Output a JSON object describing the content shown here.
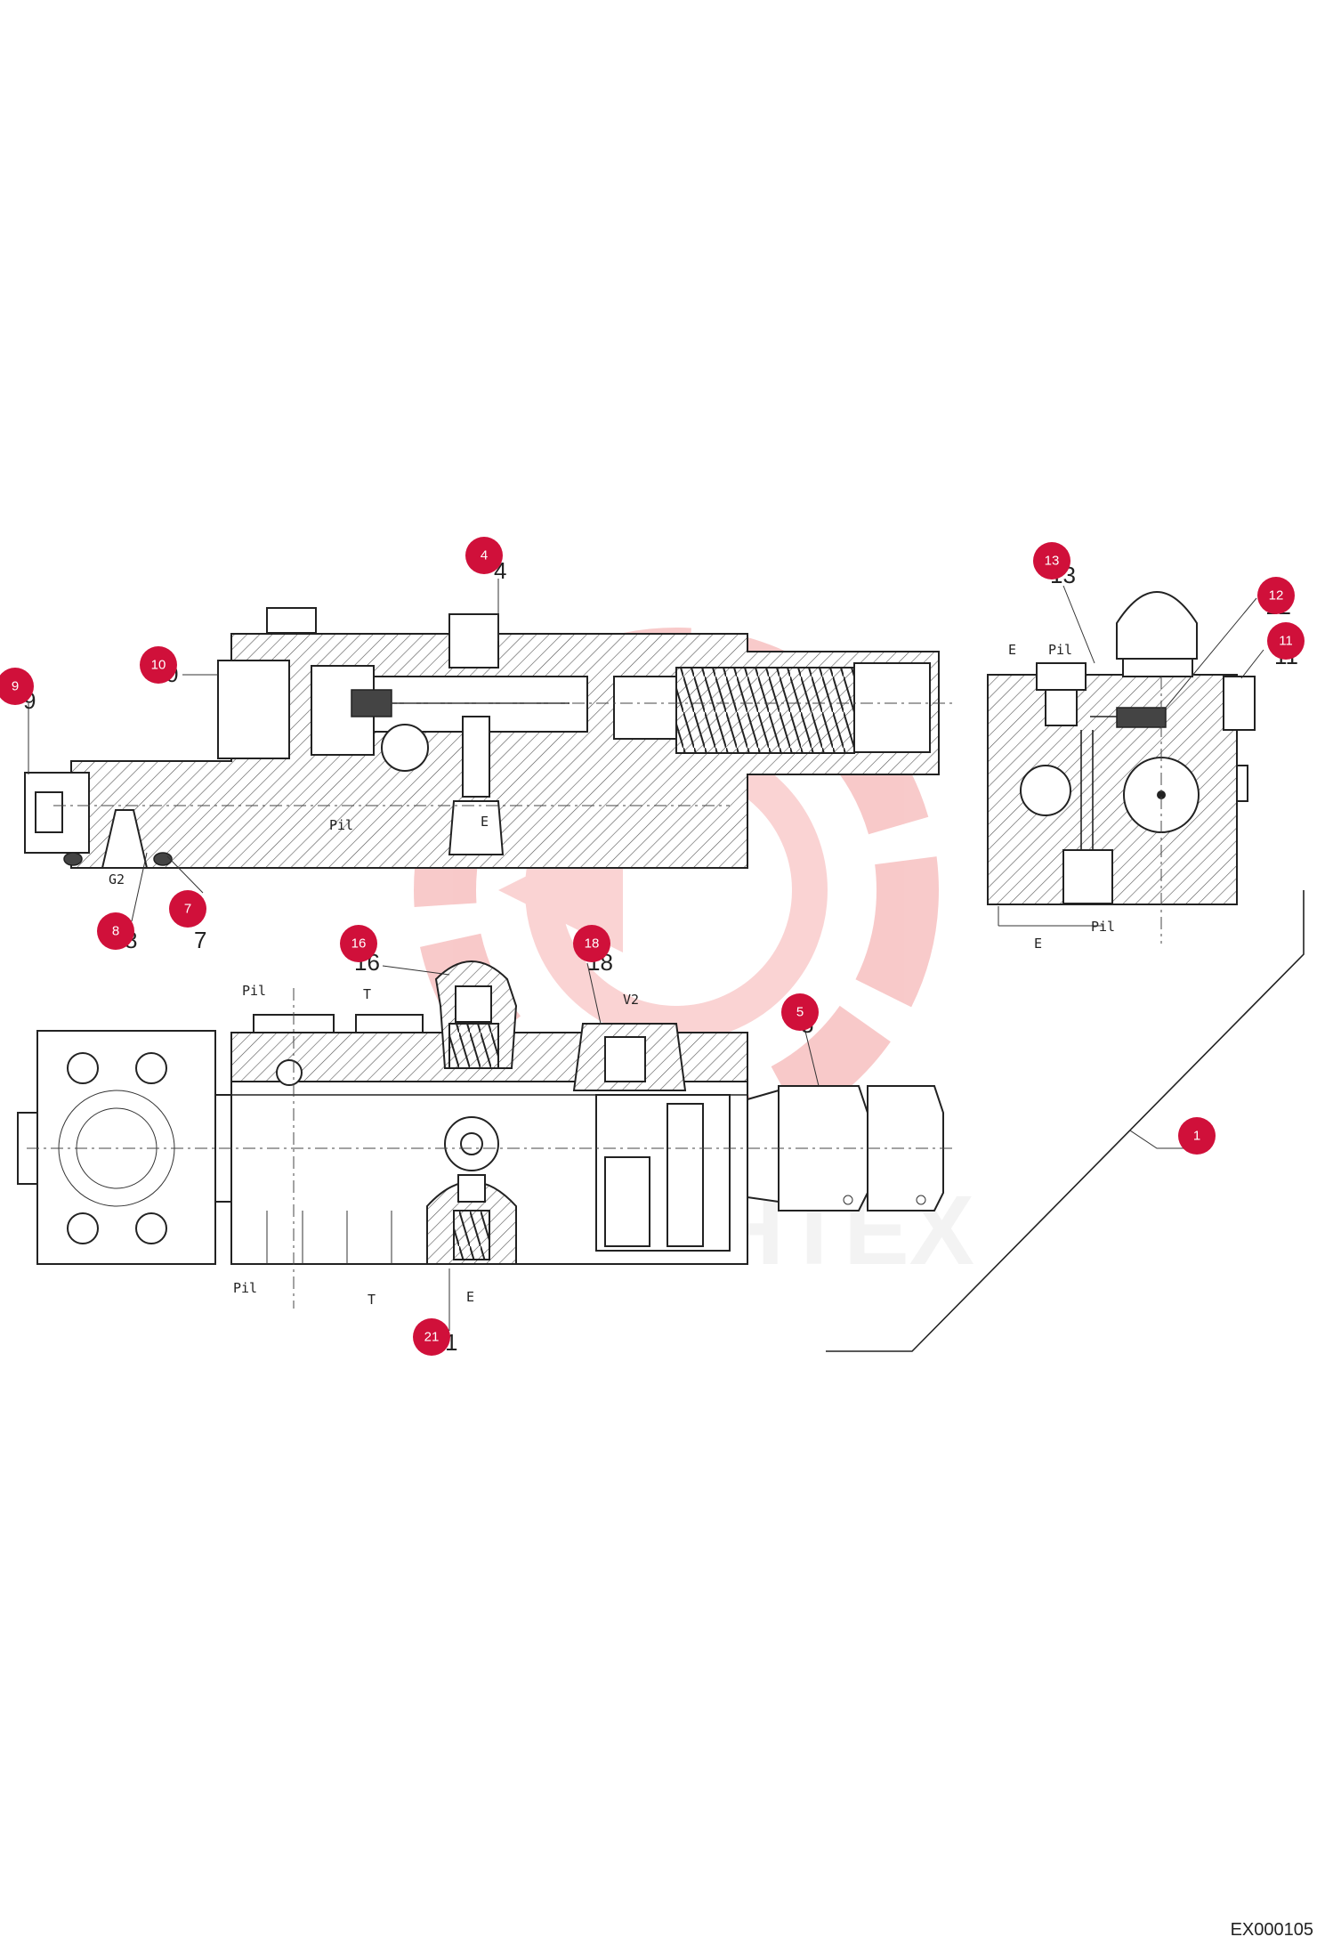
{
  "drawing_ref": "EX000105",
  "watermark": "MHTEX",
  "callouts": [
    {
      "id": "c4",
      "label": "4"
    },
    {
      "id": "c10",
      "label": "10"
    },
    {
      "id": "c9",
      "label": "9"
    },
    {
      "id": "c8",
      "label": "8"
    },
    {
      "id": "c7",
      "label": "7"
    },
    {
      "id": "c13",
      "label": "13"
    },
    {
      "id": "c12",
      "label": "12"
    },
    {
      "id": "c11",
      "label": "11"
    },
    {
      "id": "c16",
      "label": "16"
    },
    {
      "id": "c18",
      "label": "18"
    },
    {
      "id": "c5",
      "label": "5"
    },
    {
      "id": "c1",
      "label": "1"
    },
    {
      "id": "c21",
      "label": "21"
    }
  ],
  "printed_numbers": {
    "n4": "4",
    "n10": "0",
    "n9": "9",
    "n8": "8",
    "n7": "7",
    "n13": "13",
    "n12": "12",
    "n11": "11",
    "n16": "16",
    "n18": "18",
    "n5": "5",
    "n21": "1"
  },
  "ports": {
    "top_pil": "Pil",
    "top_e": "E",
    "top_g2": "G2",
    "side_e_top": "E",
    "side_pil_top": "Pil",
    "side_pil_bottom": "Pil",
    "side_e_bottom": "E",
    "bottom_pil_top": "Pil",
    "bottom_t_top": "T",
    "bottom_v2": "V2",
    "bottom_pil_low": "Pil",
    "bottom_t_low": "T",
    "bottom_e_low": "E"
  },
  "colors": {
    "callout": "#d0103a",
    "watermark": "#f3b8b8"
  }
}
